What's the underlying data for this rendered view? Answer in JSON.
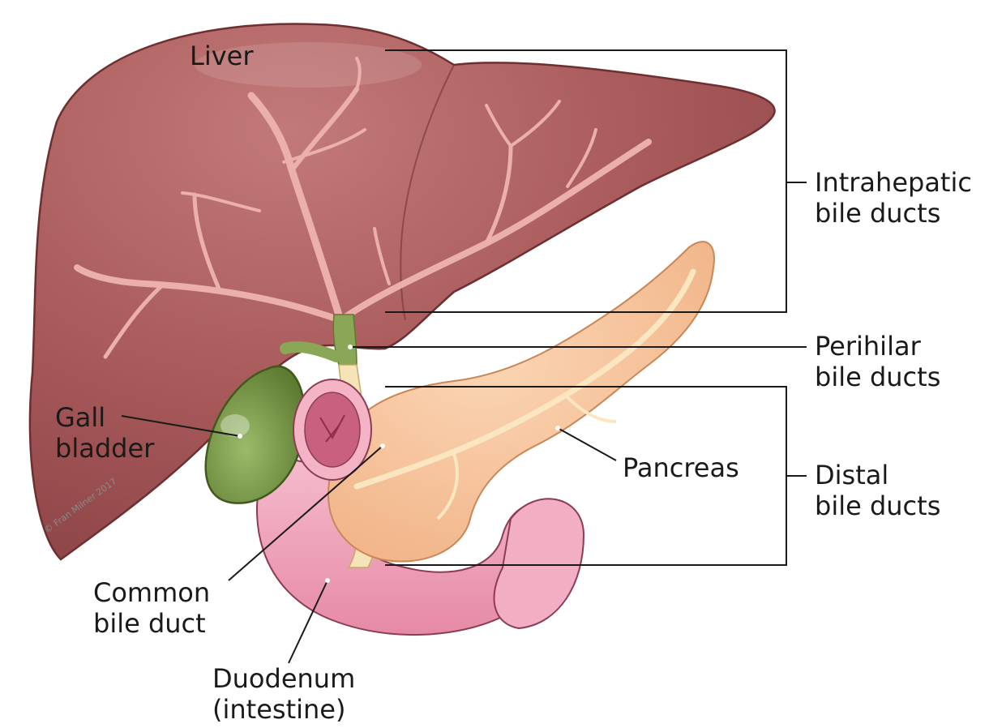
{
  "labels": {
    "liver": "Liver",
    "intrahepatic": [
      "Intrahepatic",
      "bile ducts"
    ],
    "perihilar": [
      "Perihilar",
      "bile ducts"
    ],
    "gallbladder": [
      "Gall",
      "bladder"
    ],
    "pancreas": "Pancreas",
    "distal": [
      "Distal",
      "bile ducts"
    ],
    "common_bile_duct": [
      "Common",
      "bile duct"
    ],
    "duodenum": [
      "Duodenum",
      "(intestine)"
    ]
  },
  "credit": "© Fran Milner 2017",
  "colors": {
    "liver": "#a8595a",
    "liver_dark": "#7e3a3c",
    "ducts": "#e8a8a2",
    "gallbladder": "#6f8f3e",
    "bile_duct_green": "#8aa657",
    "pancreas": "#f6c49d",
    "pancreas_duct": "#fbe6c2",
    "duodenum": "#ef9fb8",
    "duodenum_dark": "#c9607f",
    "leader_lines": "#1a1a1a"
  }
}
